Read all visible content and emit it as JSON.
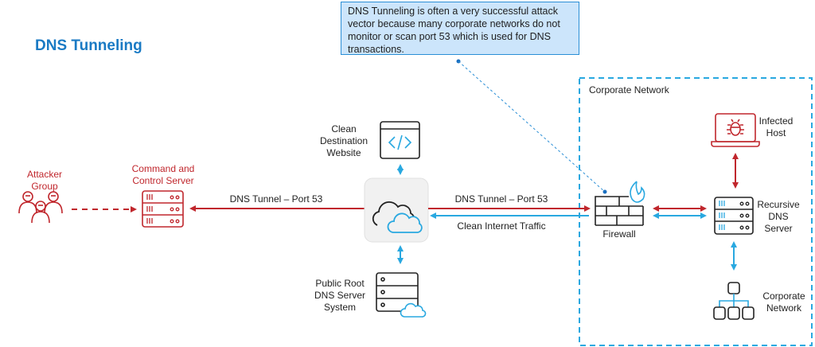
{
  "title": "DNS Tunneling",
  "callout": {
    "text": "DNS Tunneling is often a very successful attack vector because many corporate networks do not monitor or scan port 53 which is used for DNS transactions."
  },
  "colors": {
    "attacker_red": "#c0272d",
    "accent_blue": "#29a8e0",
    "title_blue": "#1a7ac4",
    "callout_bg": "#cce5fb"
  },
  "nodes": {
    "attacker_group": {
      "label": "Attacker Group",
      "icon": "people-icon"
    },
    "c2_server": {
      "label_line1": "Command and",
      "label_line2": "Control Server",
      "icon": "server-rack-icon"
    },
    "clean_website": {
      "label_line1": "Clean",
      "label_line2": "Destination",
      "label_line3": "Website",
      "icon": "code-window-icon"
    },
    "internet_cloud": {
      "icon": "cloud-icon"
    },
    "public_root_dns": {
      "label_line1": "Public Root",
      "label_line2": "DNS Server",
      "label_line3": "System",
      "icon": "cloud-server-icon"
    },
    "firewall": {
      "label": "Firewall",
      "icon": "firewall-icon"
    },
    "infected_host": {
      "label_line1": "Infected",
      "label_line2": "Host",
      "icon": "laptop-bug-icon"
    },
    "recursive_dns": {
      "label_line1": "Recursive",
      "label_line2": "DNS",
      "label_line3": "Server",
      "icon": "server-rack-icon"
    },
    "corporate_network_node": {
      "label_line1": "Corporate",
      "label_line2": "Network",
      "icon": "org-chart-icon"
    }
  },
  "zone": {
    "label": "Corporate Network"
  },
  "links": {
    "left_tunnel": "DNS Tunnel – Port 53",
    "right_tunnel": "DNS Tunnel – Port 53",
    "clean_traffic": "Clean Internet Traffic"
  }
}
